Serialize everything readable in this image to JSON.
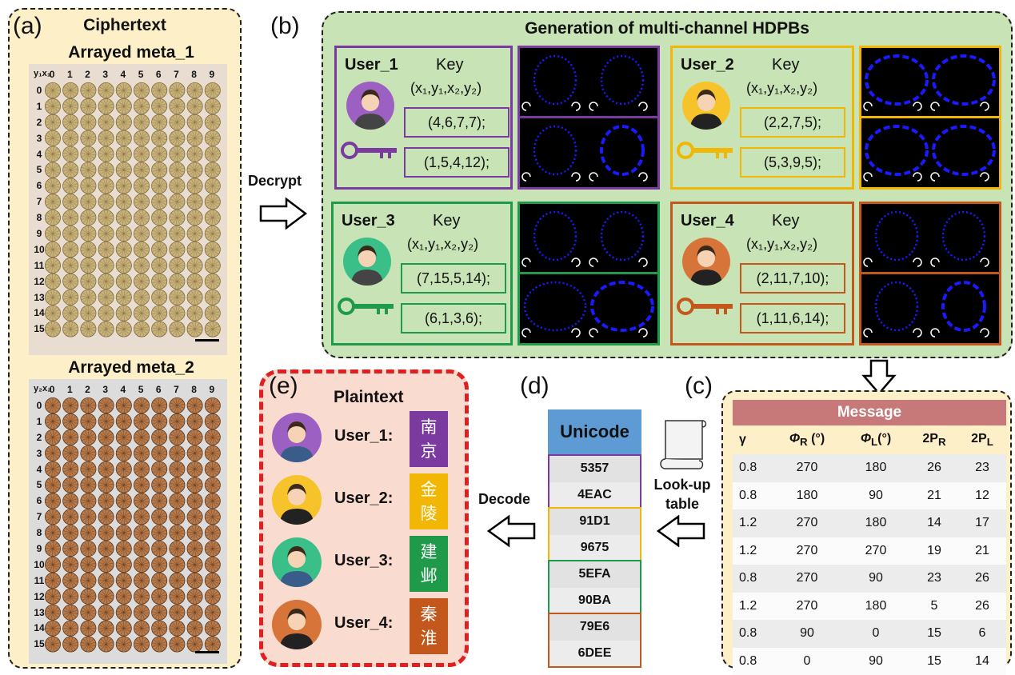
{
  "panel_letters": {
    "a": "(a)",
    "b": "(b)",
    "c": "(c)",
    "d": "(d)",
    "e": "(e)"
  },
  "panel_a": {
    "title": "Ciphertext",
    "meta1_title": "Arrayed meta_1",
    "meta2_title": "Arrayed meta_2",
    "meta1_corner": "y₁x₁",
    "meta2_corner": "y₂x₂",
    "col_labels": [
      "0",
      "1",
      "2",
      "3",
      "4",
      "5",
      "6",
      "7",
      "8",
      "9"
    ],
    "row_labels": [
      "0",
      "1",
      "2",
      "3",
      "4",
      "5",
      "6",
      "7",
      "8",
      "9",
      "10",
      "11",
      "12",
      "13",
      "14",
      "15"
    ],
    "meta1_color": "#c9b27a",
    "meta2_color": "#b77a4a"
  },
  "arrows": {
    "decrypt": "Decrypt",
    "decode": "Decode",
    "lookup_line1": "Look-up",
    "lookup_line2": "table"
  },
  "panel_b": {
    "title": "Generation of multi-channel HDPBs",
    "key_title": "Key",
    "formula": "(x₁,y₁,x₂,y₂)",
    "users": [
      {
        "name": "User_1",
        "key1": "(4,6,7,7);",
        "key2": "(1,5,4,12);",
        "color": "#7b3aa0",
        "avatar_bg": "#9c5fc2"
      },
      {
        "name": "User_2",
        "key1": "(2,2,7,5);",
        "key2": "(5,3,9,5);",
        "color": "#f2b705",
        "avatar_bg": "#f7c32a"
      },
      {
        "name": "User_3",
        "key1": "(7,15,5,14);",
        "key2": "(6,1,3,6);",
        "color": "#1f9a4a",
        "avatar_bg": "#3bbf88"
      },
      {
        "name": "User_4",
        "key1": "(2,11,7,10);",
        "key2": "(1,11,6,14);",
        "color": "#c4571b",
        "avatar_bg": "#d7743a"
      }
    ]
  },
  "panel_c": {
    "title": "Message",
    "headers": [
      "γ",
      "ΦR (°)",
      "ΦL(°)",
      "2PR",
      "2PL"
    ],
    "rows": [
      [
        "0.8",
        "270",
        "180",
        "26",
        "23"
      ],
      [
        "0.8",
        "180",
        "90",
        "21",
        "12"
      ],
      [
        "1.2",
        "270",
        "180",
        "14",
        "17"
      ],
      [
        "1.2",
        "270",
        "270",
        "19",
        "21"
      ],
      [
        "0.8",
        "270",
        "90",
        "23",
        "26"
      ],
      [
        "1.2",
        "270",
        "180",
        "5",
        "26"
      ],
      [
        "0.8",
        "90",
        "0",
        "15",
        "6"
      ],
      [
        "0.8",
        "0",
        "90",
        "15",
        "14"
      ]
    ]
  },
  "panel_d": {
    "title": "Unicode",
    "codes": [
      "5357",
      "4EAC",
      "91D1",
      "9675",
      "5EFA",
      "90BA",
      "79E6",
      "6DEE"
    ]
  },
  "panel_e": {
    "title": "Plaintext",
    "users": [
      {
        "label": "User_1:",
        "c1": "南",
        "c2": "京",
        "color": "#7b3aa0"
      },
      {
        "label": "User_2:",
        "c1": "金",
        "c2": "陵",
        "color": "#f2b705"
      },
      {
        "label": "User_3:",
        "c1": "建",
        "c2": "邺",
        "color": "#1f9a4a"
      },
      {
        "label": "User_4:",
        "c1": "秦",
        "c2": "淮",
        "color": "#c4571b"
      }
    ]
  }
}
